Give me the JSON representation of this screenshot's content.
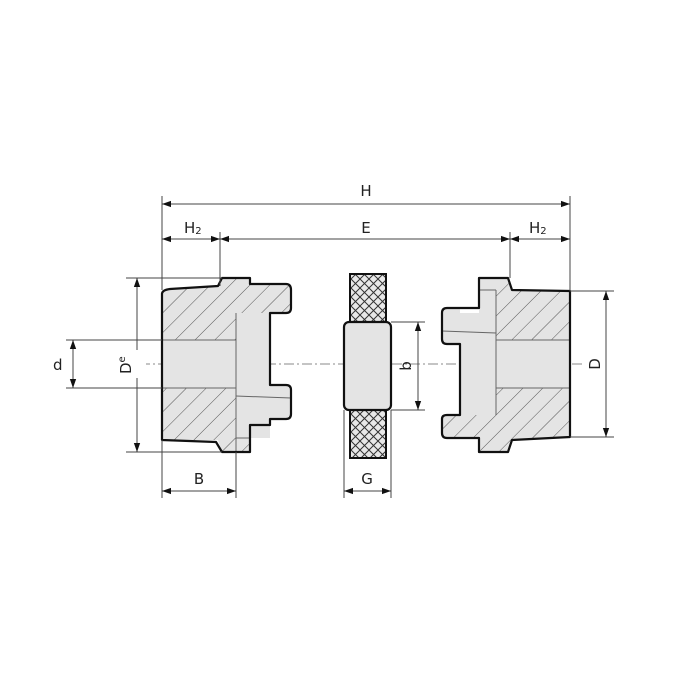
{
  "diagram": {
    "type": "technical-drawing",
    "subject": "jaw coupling cross-section (two hubs and elastic spider)",
    "colors": {
      "outline": "#111111",
      "fill": "#e4e4e4",
      "hatch": "#555555",
      "dimension_line": "#444444",
      "centerline": "#888888",
      "background": "#ffffff"
    },
    "dimensions": {
      "H": {
        "label": "H"
      },
      "H2_left": {
        "label": "H",
        "subscript": "2"
      },
      "E": {
        "label": "E"
      },
      "H2_right": {
        "label": "H",
        "subscript": "2"
      },
      "d": {
        "label": "d"
      },
      "De": {
        "label": "D",
        "subscript": "e"
      },
      "B": {
        "label": "B"
      },
      "b": {
        "label": "b"
      },
      "G": {
        "label": "G"
      },
      "D": {
        "label": "D"
      }
    },
    "parts": [
      {
        "name": "left-hub"
      },
      {
        "name": "spider"
      },
      {
        "name": "right-hub"
      }
    ]
  }
}
